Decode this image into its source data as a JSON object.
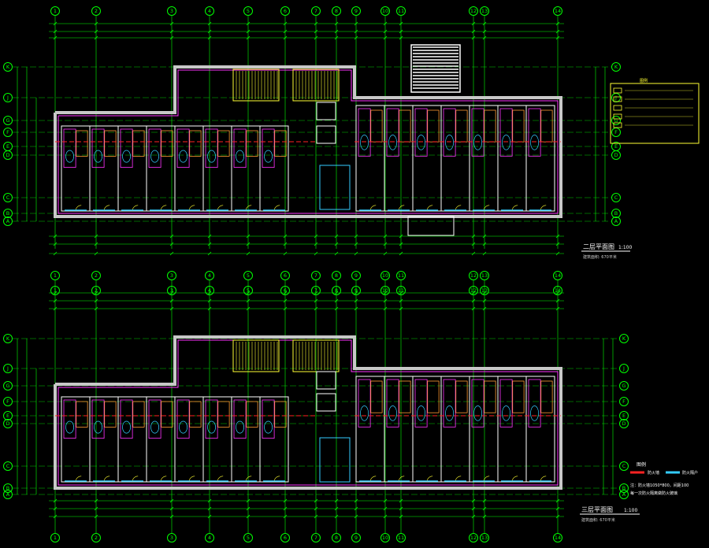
{
  "drawing": {
    "background": "#000000",
    "colors": {
      "grid": "#00ff00",
      "wall": "#ffffff",
      "wall_fill": "#b0b0b0",
      "magenta": "#ff33ff",
      "cyan": "#33ccff",
      "yellow": "#ffff33",
      "orange": "#ff9933",
      "red": "#ff2222",
      "label": "#ffffff"
    },
    "column_labels": [
      "1",
      "2",
      "3",
      "4",
      "5",
      "6",
      "7",
      "8",
      "9",
      "10",
      "11",
      "12",
      "13",
      "14"
    ],
    "row_labels_top": [
      "K",
      "J",
      "G",
      "F",
      "E",
      "D",
      "C",
      "B",
      "A"
    ],
    "row_labels_bottom": [
      "K",
      "J",
      "G",
      "F",
      "E",
      "D",
      "C",
      "B",
      "A"
    ],
    "plans": [
      {
        "title": "二层平面图",
        "scale": "1:100",
        "subtitle": "建筑面积: 670平米"
      },
      {
        "title": "三层平面图",
        "scale": "1:100",
        "subtitle": "建筑面积: 670平米"
      }
    ],
    "legend_top": {
      "title": "图例",
      "items": [
        "",
        "",
        "",
        "",
        ""
      ]
    },
    "legend_bottom": {
      "title": "图例",
      "items": [
        {
          "label": "防火墙",
          "color": "#ff2222"
        },
        {
          "label": "防火隔户",
          "color": "#33ccff"
        }
      ],
      "notes": [
        "注：防火墙1050*800，间距100",
        "每一次防火隔离做防火玻璃"
      ]
    }
  }
}
